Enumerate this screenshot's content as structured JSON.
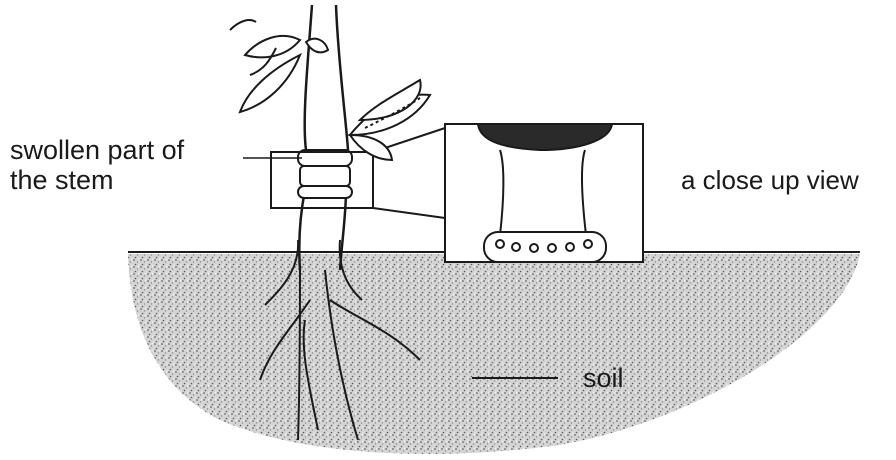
{
  "labels": {
    "swollen_line1": "swollen part of",
    "swollen_line2": "the stem",
    "close_up": "a close up view",
    "soil": "soil"
  },
  "colors": {
    "ink": "#1a1a1a",
    "soil_fill": "#c9c9c9",
    "background": "#ffffff"
  }
}
